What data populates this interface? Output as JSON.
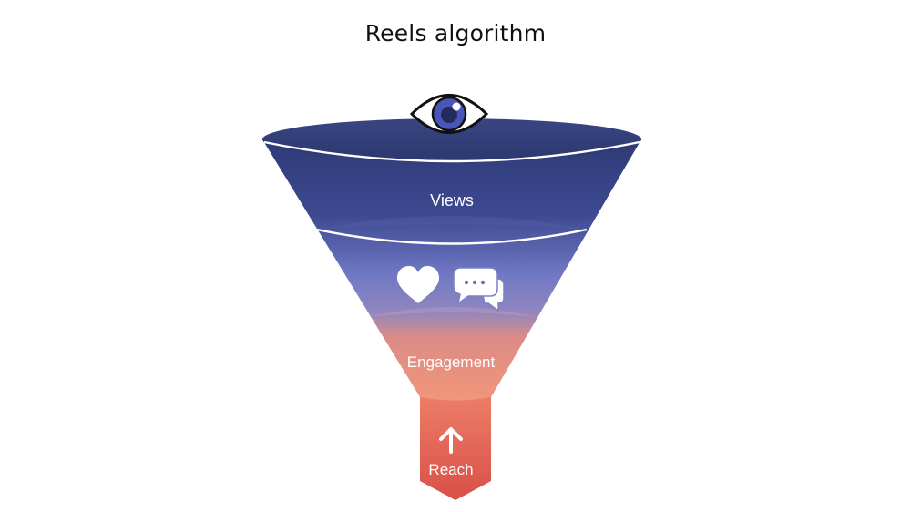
{
  "title": "Reels algorithm",
  "stages": {
    "views": {
      "label": "Views",
      "icon": "eye-icon"
    },
    "engagement": {
      "label": "Engagement",
      "icons": [
        "heart-icon",
        "chat-bubbles-icon"
      ]
    },
    "reach": {
      "label": "Reach",
      "icon": "arrow-up-icon"
    }
  },
  "colors": {
    "top": "#2e3a75",
    "upper": "#3e4b93",
    "middle": "#7b81c6",
    "lower": "#e48a73",
    "spout": "#e05a4e",
    "eye_iris": "#4a55b8"
  }
}
